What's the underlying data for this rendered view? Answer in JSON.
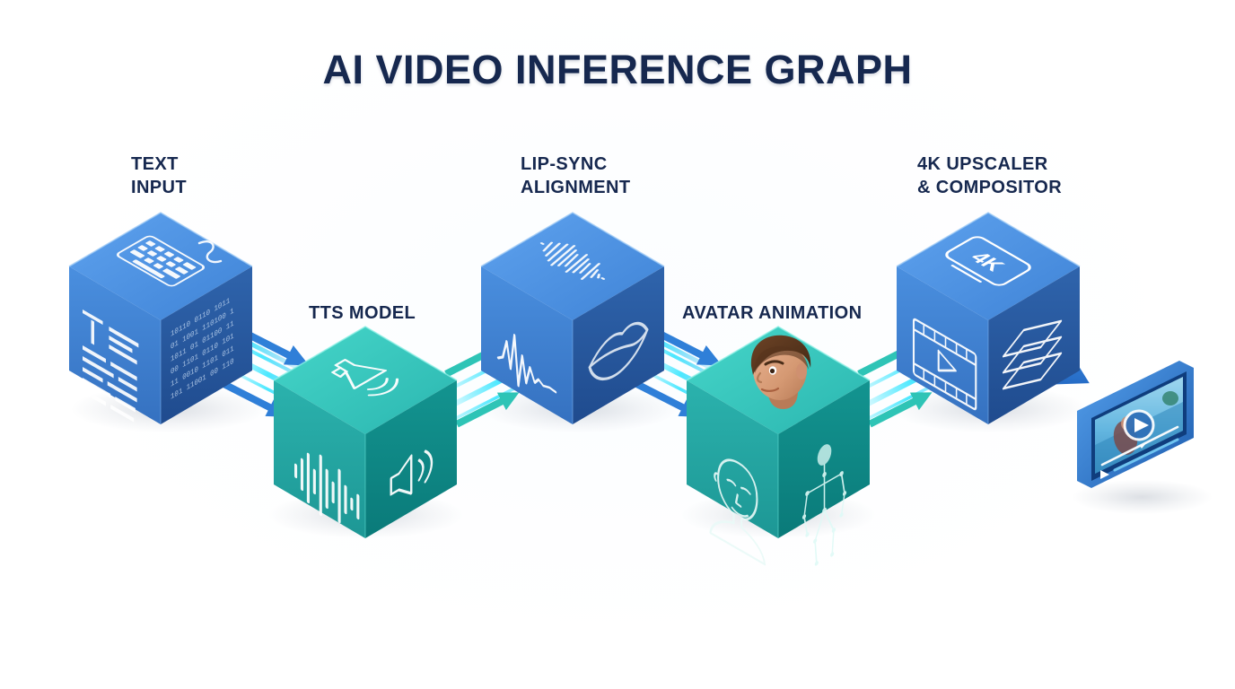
{
  "page": {
    "title": "AI VIDEO INFERENCE GRAPH",
    "background_color": "#ffffff",
    "title_color": "#16284f"
  },
  "palette": {
    "blue_top": "#4a90e2",
    "blue_left": "#3d7fd0",
    "blue_right": "#2a5ca5",
    "teal_top": "#34c6bd",
    "teal_left": "#21a3a0",
    "teal_right": "#128a89",
    "arrow_blue": "#2f7fd8",
    "arrow_teal": "#2ec4b6",
    "glow_cyan": "#22e3ff",
    "navy_text": "#16284f"
  },
  "nodes": [
    {
      "id": "text-input",
      "label": "TEXT\nINPUT",
      "color_family": "blue",
      "icons": {
        "top": "keyboard-icon",
        "left": "text-document-icon",
        "right": "binary-code-icon"
      }
    },
    {
      "id": "tts-model",
      "label": "TTS MODEL",
      "color_family": "teal",
      "icons": {
        "top": "megaphone-icon",
        "left": "audio-waveform-icon",
        "right": "speaker-icon"
      }
    },
    {
      "id": "lip-sync-alignment",
      "label": "LIP-SYNC\nALIGNMENT",
      "color_family": "blue",
      "icons": {
        "top": "spectrogram-icon",
        "left": "pulse-waveform-icon",
        "right": "lips-icon"
      }
    },
    {
      "id": "avatar-animation",
      "label": "AVATAR ANIMATION",
      "color_family": "teal",
      "icons": {
        "top": "avatar-head-3d-icon",
        "left": "face-outline-icon",
        "right": "skeleton-rig-icon"
      }
    },
    {
      "id": "upscaler-compositor",
      "label": "4K UPSCALER\n& COMPOSITOR",
      "color_family": "blue",
      "badge": "4K",
      "icons": {
        "top": "4k-screen-icon",
        "left": "film-play-icon",
        "right": "layers-icon"
      }
    }
  ],
  "output": {
    "id": "video-output",
    "icon": "video-player-icon",
    "play_icon": "play-icon",
    "progress_icon": "progress-bar"
  },
  "connections": [
    {
      "from": "text-input",
      "to": "tts-model",
      "arrow_color": "#2f7fd8",
      "direction": "down-right"
    },
    {
      "from": "tts-model",
      "to": "lip-sync-alignment",
      "arrow_color": "#2ec4b6",
      "direction": "up-right"
    },
    {
      "from": "lip-sync-alignment",
      "to": "avatar-animation",
      "arrow_color": "#2f7fd8",
      "direction": "down-right"
    },
    {
      "from": "avatar-animation",
      "to": "upscaler-compositor",
      "arrow_color": "#2ec4b6",
      "direction": "up-right"
    },
    {
      "from": "upscaler-compositor",
      "to": "video-output",
      "arrow_color": "#2f7fd8",
      "direction": "down-right"
    }
  ]
}
